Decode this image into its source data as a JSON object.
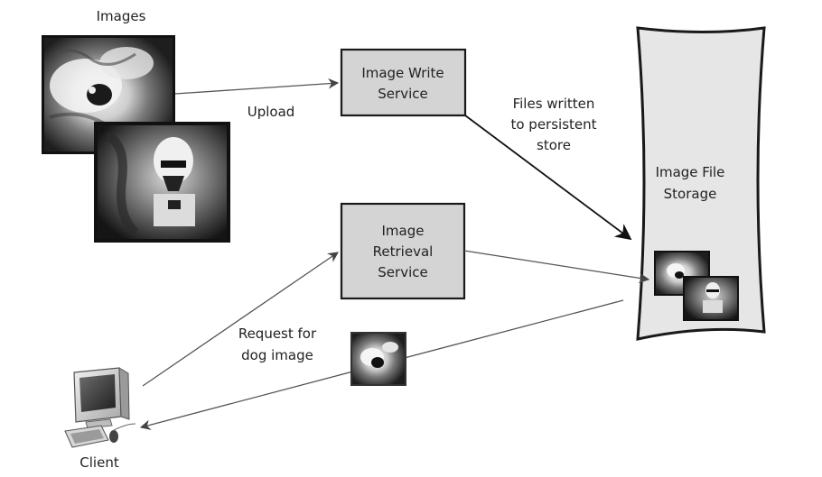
{
  "labels": {
    "images": "Images",
    "upload": "Upload",
    "files_written": [
      "Files written",
      "to persistent",
      "store"
    ],
    "storage": [
      "Image File",
      "Storage"
    ],
    "request": [
      "Request for",
      "dog image"
    ],
    "client": "Client"
  },
  "services": {
    "write": [
      "Image Write",
      "Service"
    ],
    "retrieval": [
      "Image",
      "Retrieval",
      "Service"
    ]
  },
  "colors": {
    "box_fill": "#d4d4d4",
    "storage_fill": "#e6e6e6",
    "stroke": "#1a1a1a"
  }
}
